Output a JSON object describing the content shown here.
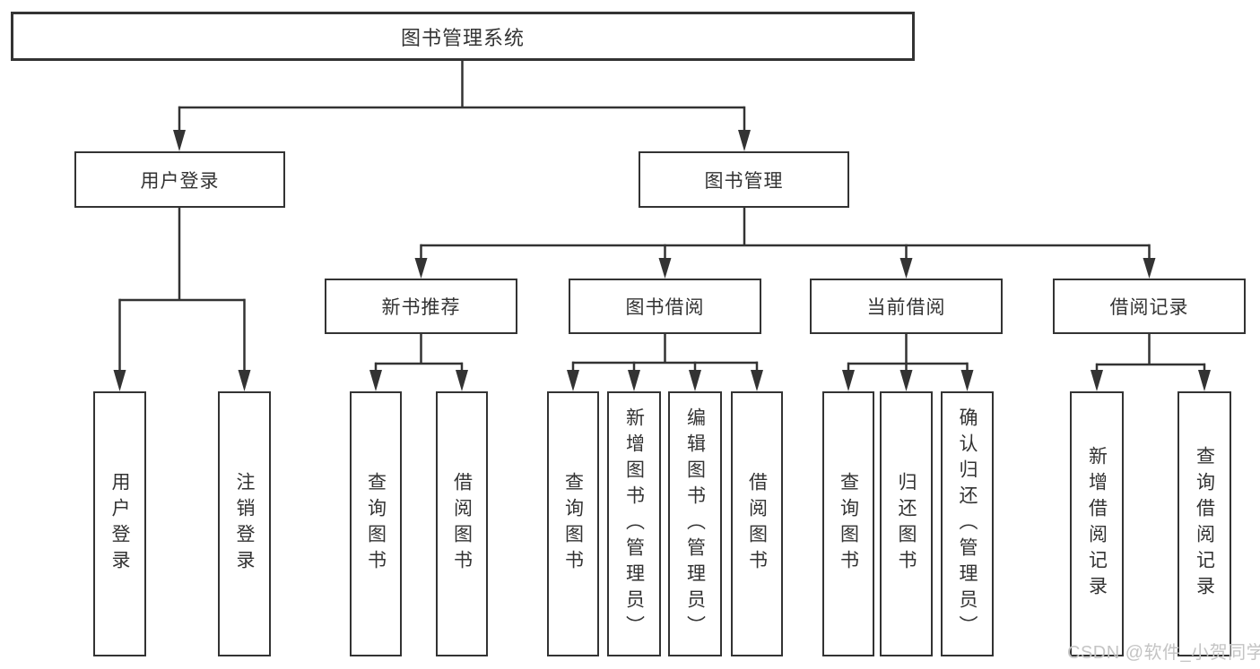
{
  "diagram": {
    "type": "tree",
    "root": {
      "label": "图书管理系统"
    },
    "branches": [
      {
        "label": "用户登录",
        "children": [
          {
            "label": "用户登录"
          },
          {
            "label": "注销登录"
          }
        ]
      },
      {
        "label": "图书管理",
        "children": [
          {
            "label": "新书推荐",
            "children": [
              {
                "label": "查询图书"
              },
              {
                "label": "借阅图书"
              }
            ]
          },
          {
            "label": "图书借阅",
            "children": [
              {
                "label": "查询图书"
              },
              {
                "label": "新增图书（管理员）"
              },
              {
                "label": "编辑图书（管理员）"
              },
              {
                "label": "借阅图书"
              }
            ]
          },
          {
            "label": "当前借阅",
            "children": [
              {
                "label": "查询图书"
              },
              {
                "label": "归还图书"
              },
              {
                "label": "确认归还（管理员）"
              }
            ]
          },
          {
            "label": "借阅记录",
            "children": [
              {
                "label": "新增借阅记录"
              },
              {
                "label": "查询借阅记录"
              }
            ]
          }
        ]
      }
    ]
  },
  "colors": {
    "line": "#333333",
    "box_border": "#333333",
    "box_fill": "#ffffff",
    "text": "#333333",
    "watermark": "#c4c4c4"
  },
  "watermark": {
    "text": "CSDN @软件_小贺同学"
  }
}
